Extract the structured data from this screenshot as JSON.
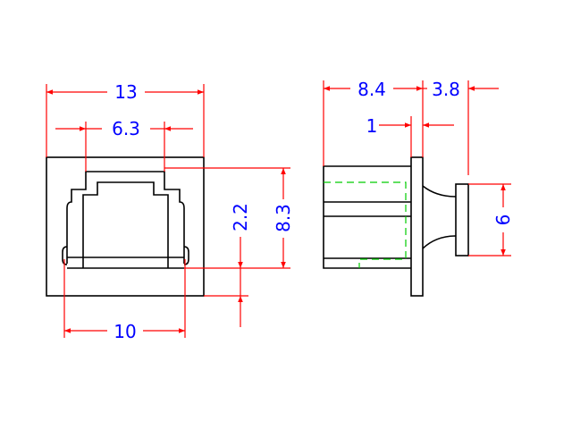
{
  "drawing": {
    "colors": {
      "object_lines": "#000000",
      "dimension_lines": "#ff0000",
      "dimension_text": "#0000ff",
      "hidden_lines": "#00cc00",
      "background": "#ffffff"
    },
    "front_view": {
      "dim_overall_width": "13",
      "dim_opening_width": "6.3",
      "dim_inner_width": "10",
      "dim_bottom_offset": "2.2",
      "dim_opening_height": "8.3"
    },
    "side_view": {
      "dim_body_length": "8.4",
      "dim_flange_thickness": "1",
      "dim_stem_length": "3.8",
      "dim_head_height": "6"
    }
  }
}
